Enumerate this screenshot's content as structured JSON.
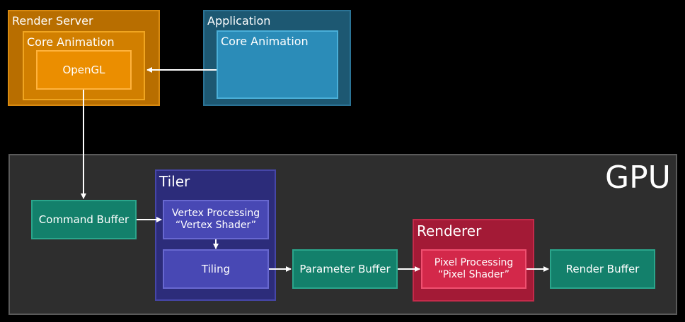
{
  "render_server": {
    "title": "Render Server",
    "core_animation": "Core Animation",
    "opengl": "OpenGL"
  },
  "application": {
    "title": "Application",
    "core_animation": "Core Animation"
  },
  "gpu": {
    "title": "GPU",
    "command_buffer": "Command Buffer",
    "tiler": {
      "title": "Tiler",
      "vertex_processing": "Vertex Processing",
      "vertex_shader": "“Vertex Shader”",
      "tiling": "Tiling"
    },
    "parameter_buffer": "Parameter Buffer",
    "renderer": {
      "title": "Renderer",
      "pixel_processing": "Pixel Processing",
      "pixel_shader": "“Pixel Shader”"
    },
    "render_buffer": "Render Buffer"
  },
  "colors": {
    "render_server": "#b86e00",
    "core_animation_render": "#d17f00",
    "opengl": "#eb8e00",
    "application": "#1d5872",
    "core_animation_app": "#2b8cb8",
    "gpu": "#2e2e2e",
    "buffer": "#13806b",
    "tiler": "#2c2c7a",
    "tiler_stage": "#4848b4",
    "renderer": "#a31a36",
    "pixel_processing": "#d3284a",
    "arrow": "#ffffff"
  }
}
